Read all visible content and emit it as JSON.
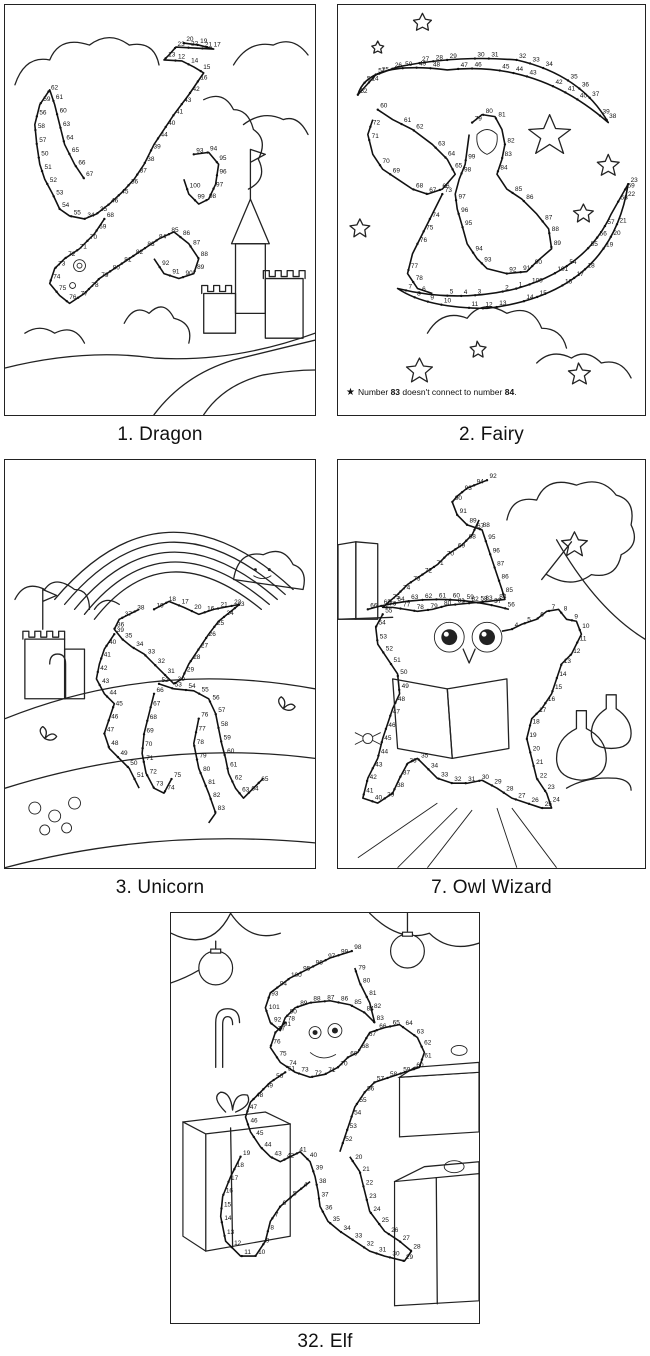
{
  "puzzles": [
    {
      "id": "dragon",
      "caption": "1. Dragon",
      "sample_numbers": [
        "20",
        "19",
        "17",
        "21",
        "22",
        "23",
        "13",
        "12",
        "14",
        "15",
        "16",
        "42",
        "43",
        "41",
        "40",
        "44",
        "39",
        "38",
        "37",
        "36",
        "45",
        "46",
        "35",
        "34",
        "55",
        "54",
        "53",
        "52",
        "51",
        "50",
        "57",
        "58",
        "56",
        "59",
        "62",
        "61",
        "60",
        "63",
        "64",
        "65",
        "66",
        "67",
        "68",
        "69",
        "70",
        "71",
        "72",
        "73",
        "74",
        "75",
        "76",
        "77",
        "78",
        "79",
        "80",
        "81",
        "82",
        "83",
        "84",
        "85",
        "86",
        "87",
        "88",
        "89",
        "90",
        "91",
        "92",
        "93",
        "94",
        "95",
        "96",
        "97",
        "98",
        "99",
        "100"
      ]
    },
    {
      "id": "fairy",
      "caption": "2. Fairy",
      "note_prefix": "Number",
      "note_a": "83",
      "note_mid": "doesn't connect to number",
      "note_b": "84",
      "note_suffix": ".",
      "sample_numbers": [
        "52",
        "53",
        "51",
        "50",
        "49",
        "48",
        "47",
        "46",
        "45",
        "44",
        "43",
        "42",
        "41",
        "40",
        "39",
        "38",
        "37",
        "36",
        "35",
        "34",
        "33",
        "32",
        "31",
        "30",
        "29",
        "28",
        "27",
        "26",
        "25",
        "24",
        "23",
        "22",
        "21",
        "20",
        "19",
        "18",
        "17",
        "16",
        "15",
        "14",
        "13",
        "12",
        "11",
        "10",
        "9",
        "8",
        "7",
        "6",
        "5",
        "4",
        "3",
        "2",
        "1",
        "100",
        "101",
        "54",
        "55",
        "56",
        "57",
        "58",
        "59",
        "60",
        "61",
        "62",
        "63",
        "64",
        "65",
        "66",
        "67",
        "68",
        "69",
        "70",
        "71",
        "72",
        "73",
        "74",
        "75",
        "76",
        "77",
        "78",
        "79",
        "80",
        "81",
        "82",
        "83",
        "84",
        "85",
        "86",
        "87",
        "88",
        "89",
        "90",
        "91",
        "92",
        "93",
        "94",
        "95",
        "96",
        "97",
        "98",
        "99"
      ]
    },
    {
      "id": "unicorn",
      "caption": "3. Unicorn",
      "sample_numbers": [
        "19",
        "18",
        "17",
        "20",
        "16",
        "21",
        "22",
        "23",
        "24",
        "25",
        "26",
        "27",
        "28",
        "29",
        "30",
        "31",
        "32",
        "33",
        "34",
        "35",
        "36",
        "37",
        "38",
        "39",
        "40",
        "41",
        "42",
        "43",
        "44",
        "45",
        "46",
        "47",
        "48",
        "49",
        "50",
        "51",
        "52",
        "53",
        "54",
        "55",
        "56",
        "57",
        "58",
        "59",
        "60",
        "61",
        "62",
        "63",
        "64",
        "65",
        "66",
        "67",
        "68",
        "69",
        "70",
        "71",
        "72",
        "73",
        "74",
        "75",
        "76",
        "77",
        "78",
        "79",
        "80",
        "81",
        "82",
        "83",
        "84",
        "85",
        "86",
        "87",
        "88",
        "89",
        "90",
        "91",
        "92",
        "93",
        "94",
        "95",
        "96",
        "97",
        "98",
        "99",
        "100",
        "1",
        "2",
        "3",
        "4",
        "5",
        "6",
        "7",
        "8",
        "9",
        "10",
        "11",
        "12",
        "13",
        "14",
        "15"
      ]
    },
    {
      "id": "owl-wizard",
      "caption": "7. Owl Wizard",
      "sample_numbers": [
        "92",
        "94",
        "93",
        "90",
        "91",
        "89",
        "88",
        "95",
        "96",
        "87",
        "86",
        "85",
        "84",
        "83",
        "82",
        "81",
        "80",
        "79",
        "78",
        "77",
        "76",
        "75",
        "74",
        "73",
        "72",
        "71",
        "70",
        "69",
        "68",
        "67",
        "66",
        "65",
        "64",
        "63",
        "62",
        "61",
        "60",
        "59",
        "58",
        "57",
        "56",
        "55",
        "54",
        "53",
        "52",
        "51",
        "50",
        "49",
        "48",
        "47",
        "46",
        "45",
        "44",
        "43",
        "42",
        "41",
        "40",
        "39",
        "38",
        "37",
        "36",
        "35",
        "34",
        "33",
        "32",
        "31",
        "30",
        "29",
        "28",
        "27",
        "26",
        "25",
        "24",
        "23",
        "22",
        "21",
        "20",
        "19",
        "18",
        "17",
        "16",
        "15",
        "14",
        "13",
        "12",
        "11",
        "10",
        "9",
        "8",
        "7",
        "6",
        "5",
        "4",
        "3",
        "2",
        "1",
        "97",
        "98",
        "99",
        "100"
      ]
    },
    {
      "id": "elf",
      "caption": "32. Elf",
      "sample_numbers": [
        "98",
        "99",
        "97",
        "96",
        "95",
        "100",
        "94",
        "93",
        "101",
        "92",
        "91",
        "90",
        "89",
        "88",
        "87",
        "86",
        "85",
        "84",
        "83",
        "82",
        "81",
        "80",
        "79",
        "78",
        "77",
        "76",
        "75",
        "74",
        "73",
        "72",
        "71",
        "70",
        "69",
        "68",
        "67",
        "66",
        "65",
        "64",
        "63",
        "62",
        "61",
        "60",
        "59",
        "58",
        "57",
        "56",
        "55",
        "54",
        "53",
        "52",
        "51",
        "50",
        "49",
        "48",
        "47",
        "46",
        "45",
        "44",
        "43",
        "42",
        "41",
        "40",
        "39",
        "38",
        "37",
        "36",
        "35",
        "34",
        "33",
        "32",
        "31",
        "30",
        "29",
        "28",
        "27",
        "26",
        "25",
        "24",
        "23",
        "22",
        "21",
        "20",
        "19",
        "18",
        "17",
        "16",
        "15",
        "14",
        "13",
        "12",
        "11",
        "10",
        "9",
        "8",
        "7",
        "6",
        "5",
        "4",
        "3",
        "2",
        "1"
      ]
    }
  ]
}
